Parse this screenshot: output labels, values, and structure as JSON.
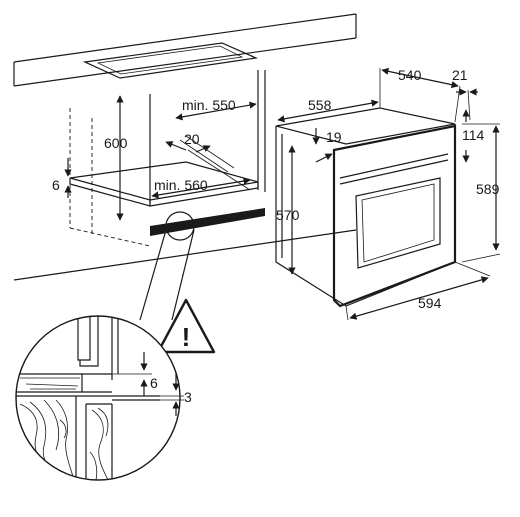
{
  "dimensions": {
    "cabinet_height": "600",
    "cabinet_width_min": "min. 550",
    "shelf_gap": "20",
    "cabinet_depth_min": "min. 560",
    "plinth_left": "6",
    "oven_depth": "540",
    "oven_depth_offset": "21",
    "oven_top_depth": "558",
    "oven_front_offset": "19",
    "oven_front_top": "114",
    "oven_height": "570",
    "oven_total_height": "589",
    "oven_width": "594",
    "detail_gap": "6",
    "detail_gap_small": "3"
  },
  "icons": {
    "warning": "warning-triangle-icon",
    "warning_symbol": "!"
  },
  "colors": {
    "line": "#1a1a1a",
    "wood": "#1a1a1a",
    "background": "#ffffff"
  }
}
